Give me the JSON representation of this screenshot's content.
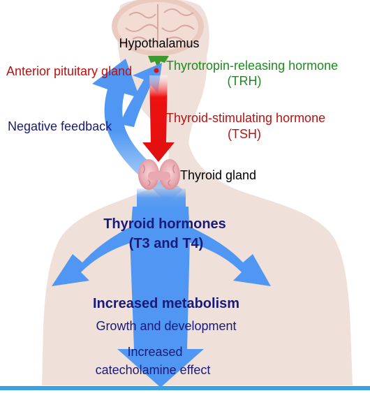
{
  "labels": {
    "hypothalamus": "Hypothalamus",
    "anterior_pituitary": "Anterior pituitary gland",
    "trh_line1": "Thyrotropin-releasing hormone",
    "trh_line2": "(TRH)",
    "negative_feedback": "Negative feedback",
    "tsh_line1": "Thyroid-stimulating hormone",
    "tsh_line2": "(TSH)",
    "thyroid_gland": "Thyroid gland",
    "thyroid_hormones_line1": "Thyroid hormones",
    "thyroid_hormones_line2": "(T3 and T4)",
    "increased_metabolism": "Increased metabolism",
    "growth": "Growth and development",
    "catecholamine_line1": "Increased",
    "catecholamine_line2": "catecholamine effect"
  },
  "colors": {
    "body_silhouette": "#efe0d9",
    "blue_arrow": "#4f97f2",
    "red_arrow": "#ee1111",
    "hypothalamus_green": "#3d9a2e",
    "label_dark_blue": "#1a1a7a",
    "label_red": "#bb1111",
    "label_green": "#1f8a1f",
    "label_black": "#000000",
    "bottom_rule": "#3aa0e6"
  },
  "icons": {
    "brain": "brain-icon",
    "thyroid": "thyroid-gland-icon",
    "pituitary": "pituitary-dot-icon"
  }
}
